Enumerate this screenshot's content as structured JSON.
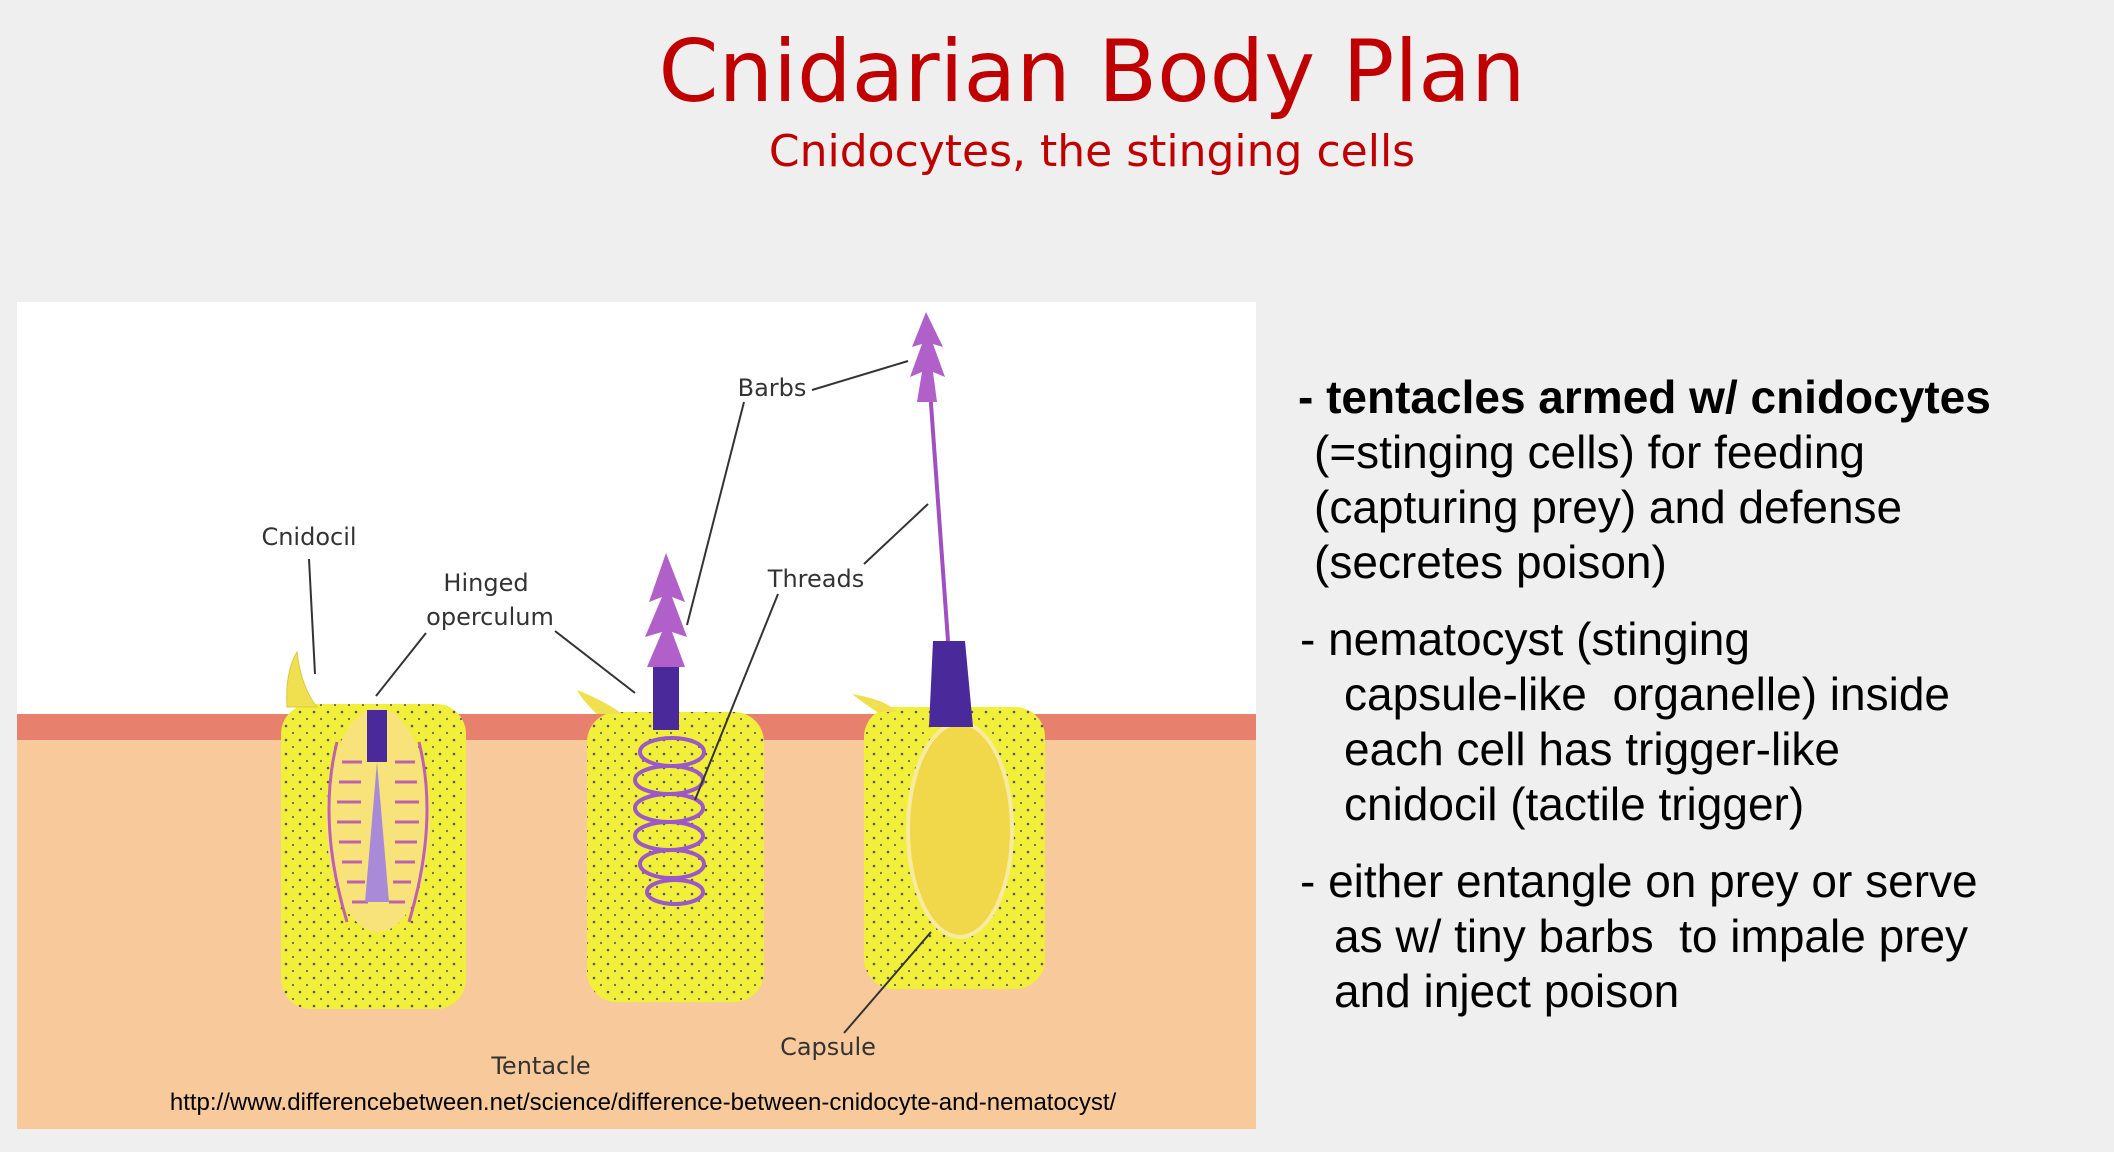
{
  "slide": {
    "title": "Cnidarian Body Plan",
    "subtitle": "Cnidocytes, the stinging cells"
  },
  "diagram": {
    "labels": {
      "cnidocil": "Cnidocil",
      "hinged": "Hinged",
      "operculum": "operculum",
      "barbs": "Barbs",
      "threads": "Threads",
      "capsule": "Capsule",
      "tentacle": "Tentacle"
    },
    "source_url": "http://www.differencebetween.net/science/difference-between-cnidocyte-and-nematocyst/"
  },
  "bullets": [
    {
      "lead": "- tentacles armed w/ cnidocytes",
      "lines": [
        "(=stinging cells) for feeding",
        "(capturing prey) and defense",
        "(secretes poison)"
      ]
    },
    {
      "lead": "- nematocyst (stinging",
      "lines": [
        "capsule-like  organelle) inside",
        "each cell has trigger-like",
        "cnidocil (tactile trigger)"
      ]
    },
    {
      "lead": "- either entangle on prey or serve",
      "lines": [
        "as w/ tiny barbs  to impale prey",
        "and inject poison"
      ]
    }
  ],
  "colors": {
    "title": "#c00000",
    "tissue": "#f8c99a",
    "epidermis": "#e8806e",
    "cell": "#f2ef3a",
    "thread": "#a050c0",
    "operculum": "#4a2a9a"
  }
}
